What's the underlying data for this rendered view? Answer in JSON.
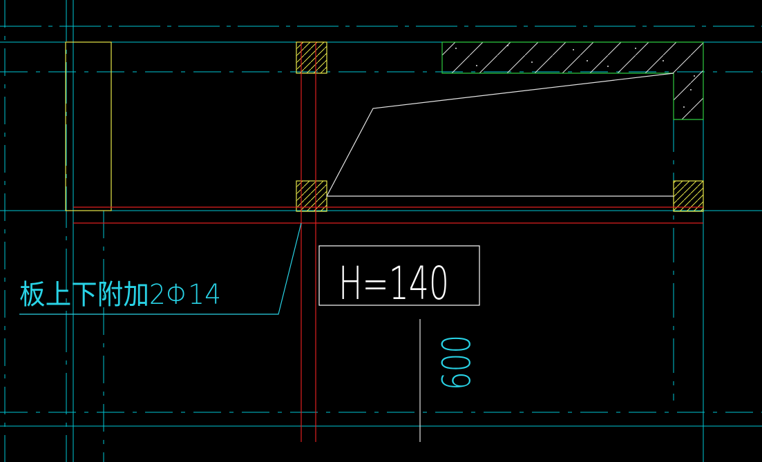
{
  "colors": {
    "background": "#000000",
    "axis": "#00c8d6",
    "column": "#e8e84a",
    "beam": "#e02020",
    "slab_edge": "#e6e6e6",
    "hatch_outline": "#2ecc40",
    "annotation": "#29d3e6",
    "label_box": "#ffffff"
  },
  "annotations": {
    "rebar_note": "板上下附加2Φ14",
    "slab_thickness": "H=140",
    "dimension": "600"
  }
}
